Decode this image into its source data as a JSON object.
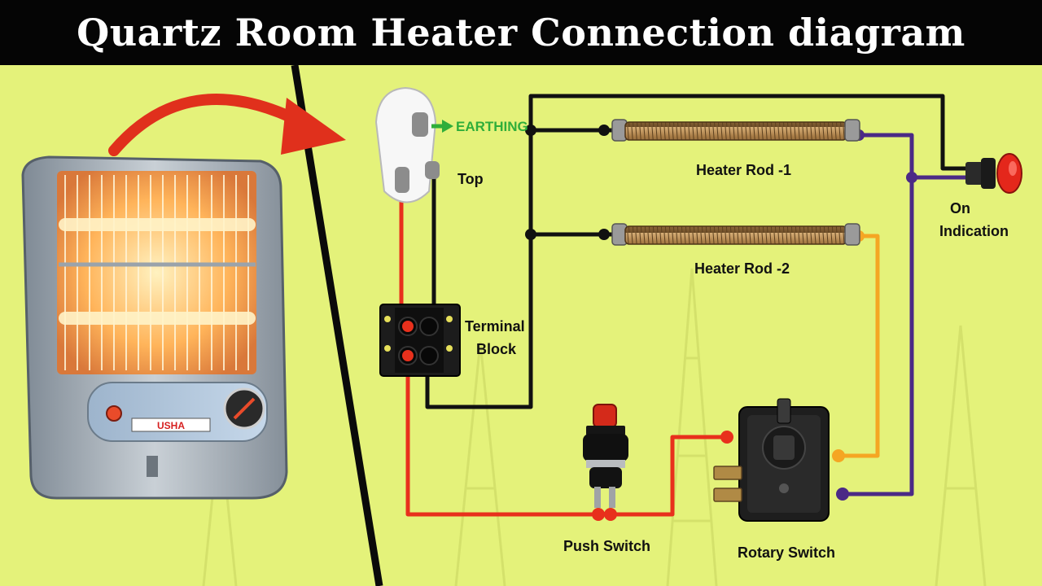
{
  "title": "Quartz Room Heater Connection diagram",
  "brand": "USHA",
  "colors": {
    "background": "#e4f27a",
    "title_bar": "#050505",
    "live_wire": "#e8301c",
    "neutral_wire": "#111111",
    "rod1_return_wire": "#4b2a86",
    "rod2_return_wire": "#f5a623",
    "earthing_arrow": "#2fae3a",
    "pointer_arrow": "#e0301c"
  },
  "labels": {
    "earthing": "EARTHING",
    "plug_top": "Top",
    "heater_rod_1": "Heater Rod -1",
    "heater_rod_2": "Heater Rod -2",
    "on_indication_line1": "On",
    "on_indication_line2": "Indication",
    "terminal_block_line1": "Terminal",
    "terminal_block_line2": "Block",
    "push_switch": "Push Switch",
    "rotary_switch": "Rotary Switch"
  },
  "icons": {
    "plug": "three-pin-plug-icon",
    "indicator": "indicator-lamp-icon",
    "terminal": "terminal-block-icon",
    "push_switch": "push-button-switch-icon",
    "rotary_switch": "rotary-switch-icon",
    "heater": "quartz-heater-illustration"
  }
}
